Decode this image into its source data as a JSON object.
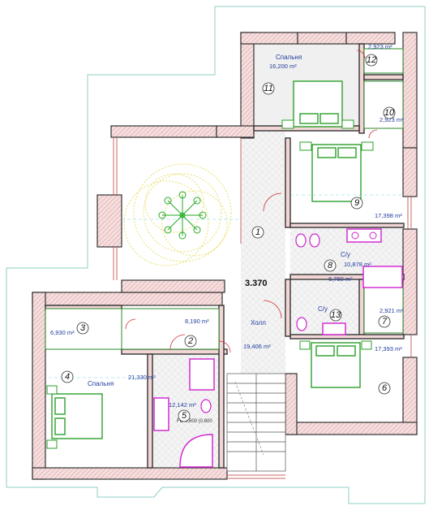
{
  "level_mark": "3.370",
  "labels": {
    "room11_name": "Спальня",
    "room11_area": "16,200 m²",
    "room12_area": "2,923 m²",
    "room10_area": "2,923 m²",
    "room9_area": "17,398 m²",
    "room8_name": "С/у",
    "room8_area": "10,878 m²",
    "room13_name": "С/у",
    "room13_area": "6,780 m²",
    "room7_area": "2,921 m²",
    "room6_area": "17,393 m²",
    "hall_name": "Холл",
    "hall_area": "19,406 m²",
    "room3_area": "6,930 m²",
    "room2_area": "8,190 m²",
    "room4_name": "Спальня",
    "room4_area": "21,330 m²",
    "room5_area": "12,142 m²",
    "fo_note": "FO 0,600 (0,800"
  },
  "room_numbers": [
    "1",
    "2",
    "3",
    "4",
    "5",
    "6",
    "7",
    "8",
    "9",
    "10",
    "11",
    "12",
    "13"
  ],
  "colors": {
    "wall_fill": "#f2d6d6",
    "text_blue": "#1f3c9c",
    "bed_green": "#2aa02a",
    "plumbing_magenta": "#d020d0",
    "plant_green": "#22aa22",
    "light_rings_yellow": "#e6dc5a",
    "outline_teal": "#8fcfc6"
  },
  "icons": {
    "plant": "plant-icon",
    "bed": "bed-icon",
    "bathtub": "bathtub-icon",
    "toilet": "toilet-icon",
    "sink": "sink-icon",
    "stairs": "stairs-icon"
  }
}
